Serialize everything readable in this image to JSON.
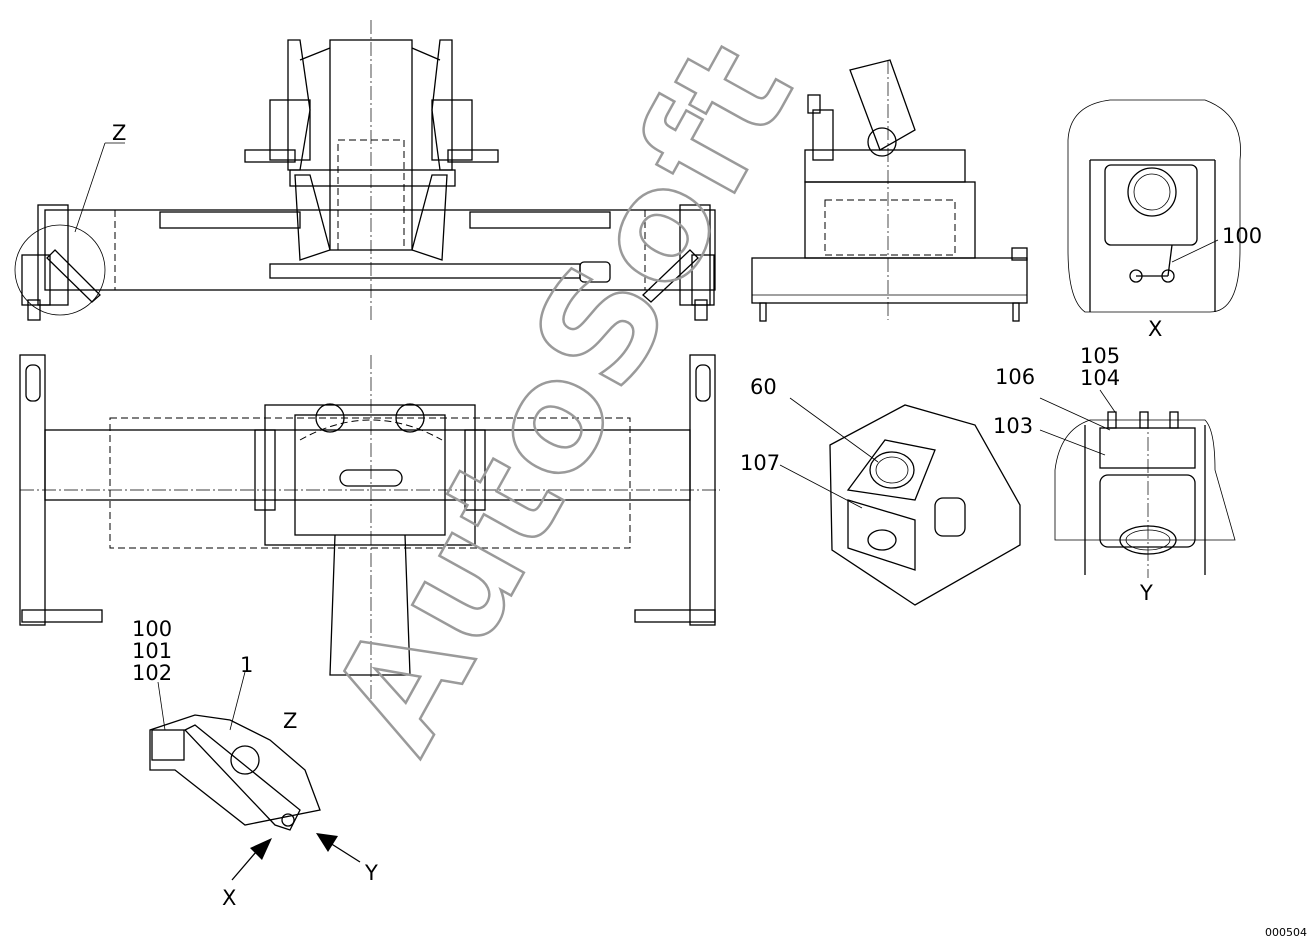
{
  "watermark": "AutoSoft",
  "drawing_code": "000504",
  "labels": {
    "view_z_top": "Z",
    "view_z_detail": "Z",
    "view_x": "X",
    "view_y": "Y",
    "arrow_x": "X",
    "arrow_y": "Y"
  },
  "part_numbers": {
    "p1": "1",
    "p60": "60",
    "p100_x": "100",
    "p100": "100",
    "p101": "101",
    "p102": "102",
    "p103": "103",
    "p104": "104",
    "p105": "105",
    "p106": "106",
    "p107": "107"
  }
}
